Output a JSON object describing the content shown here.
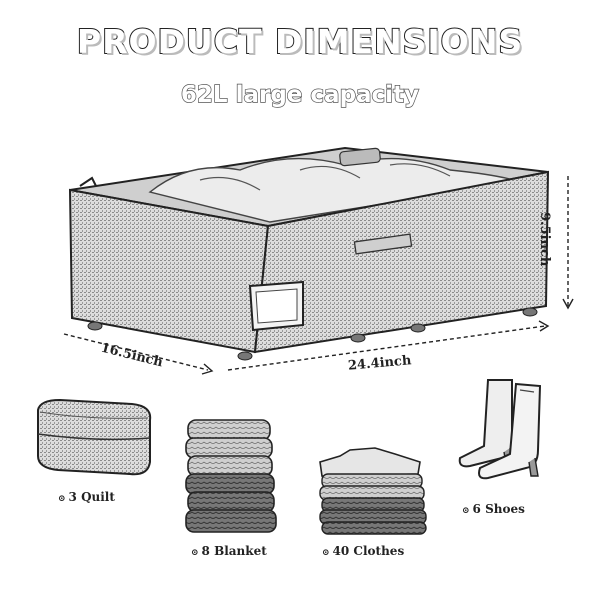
{
  "title": "PRODUCT DIMENSIONS",
  "subtitle": "62L large capacity",
  "dimensions": {
    "depth": "16.5inch",
    "width": "24.4inch",
    "height": "9.5inch"
  },
  "items": [
    {
      "bullet": "⊙",
      "label": "3 Quilt",
      "icon": "quilt-icon"
    },
    {
      "bullet": "⊙",
      "label": "8 Blanket",
      "icon": "blanket-stack-icon"
    },
    {
      "bullet": "⊙",
      "label": "40 Clothes",
      "icon": "clothes-stack-icon"
    },
    {
      "bullet": "⊙",
      "label": "6 Shoes",
      "icon": "boots-icon"
    }
  ],
  "colors": {
    "ink": "#222222",
    "box_fill": "#d8d8d8",
    "background": "#ffffff"
  }
}
